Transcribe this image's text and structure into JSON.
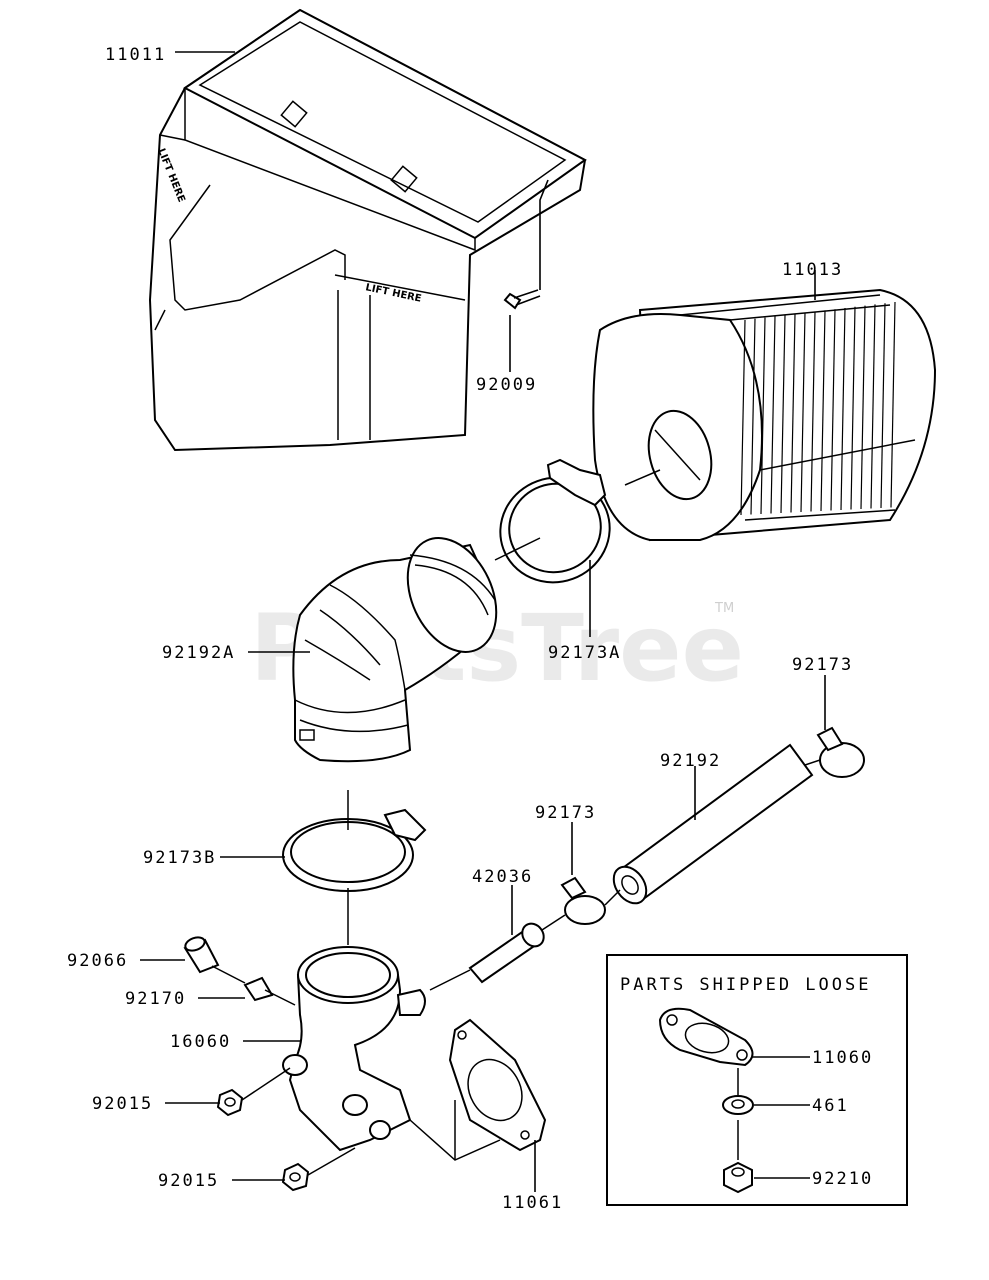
{
  "watermark": {
    "text": "PartsTree",
    "tm": "TM"
  },
  "decals": {
    "lift_here": "LIFT HERE"
  },
  "parts": {
    "p11011": "11011",
    "p11013": "11013",
    "p92009": "92009",
    "p92173A": "92173A",
    "p92192A": "92192A",
    "p92173_top": "92173",
    "p92192": "92192",
    "p92173_mid": "92173",
    "p42036": "42036",
    "p92173B": "92173B",
    "p92066": "92066",
    "p92170": "92170",
    "p16060": "16060",
    "p92015_a": "92015",
    "p92015_b": "92015",
    "p11061": "11061"
  },
  "loose_box": {
    "title": "PARTS SHIPPED LOOSE",
    "p11060": "11060",
    "p461": "461",
    "p92210": "92210"
  }
}
